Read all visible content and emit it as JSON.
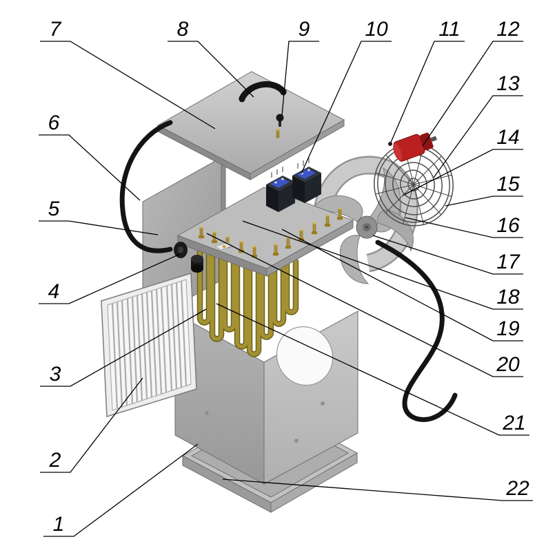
{
  "figure": {
    "type": "exploded_assembly_diagram",
    "callouts": [
      {
        "label": "1"
      },
      {
        "label": "2"
      },
      {
        "label": "3"
      },
      {
        "label": "4"
      },
      {
        "label": "5"
      },
      {
        "label": "6"
      },
      {
        "label": "7"
      },
      {
        "label": "8"
      },
      {
        "label": "9"
      },
      {
        "label": "10"
      },
      {
        "label": "11"
      },
      {
        "label": "12"
      },
      {
        "label": "13"
      },
      {
        "label": "14"
      },
      {
        "label": "15"
      },
      {
        "label": "16"
      },
      {
        "label": "17"
      },
      {
        "label": "18"
      },
      {
        "label": "19"
      },
      {
        "label": "20"
      },
      {
        "label": "21"
      },
      {
        "label": "22"
      }
    ],
    "colors": {
      "background": "#ffffff",
      "panel_gray": "#bdbdbd",
      "shadow_gray": "#8a8a8a",
      "heater_tube_olive": "#a39134",
      "motor_red": "#bb2020",
      "contactor_blue": "#3d55c8",
      "cable_black": "#141414",
      "callout_line": "#000000"
    }
  }
}
